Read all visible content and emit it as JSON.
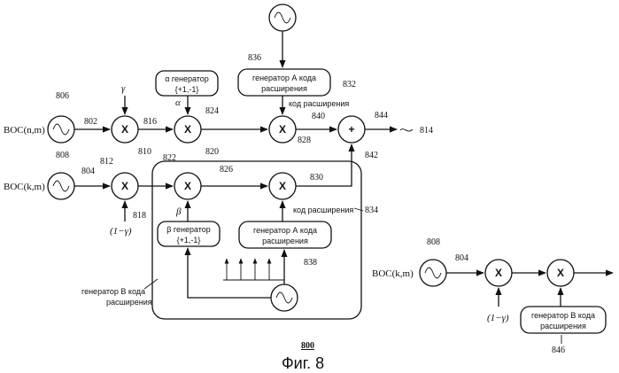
{
  "inputs": {
    "boc_nm": "BOC(n,m)",
    "boc_km": "BOC(k,m)",
    "boc_km_2": "BOC(k,m)"
  },
  "symbols": {
    "gamma": "γ",
    "one_minus_gamma": "(1−γ)",
    "one_minus_gamma_2": "(1−γ)",
    "alpha": "α",
    "beta": "β"
  },
  "operators": {
    "multiply": "X",
    "add": "+"
  },
  "blocks": {
    "alpha_gen_line1": "α генератор",
    "alpha_gen_line2": "{+1,-1}",
    "beta_gen_line1": "β генератор",
    "beta_gen_line2": "{+1,-1}",
    "gen_a_top_line1": "генератор А кода",
    "gen_a_top_line2": "расширения",
    "gen_a_inner_line1": "генератор А кода",
    "gen_a_inner_line2": "расширения",
    "gen_b_right_line1": "генератор В кода",
    "gen_b_right_line2": "расширения"
  },
  "labels": {
    "spread_code_top": "код расширения",
    "spread_code_inner": "код расширения",
    "gen_b_left_line1": "генератор В кода",
    "gen_b_left_line2": "расширения"
  },
  "refs": {
    "r806": "806",
    "r808": "808",
    "r802": "802",
    "r804": "804",
    "r812": "812",
    "r810": "810",
    "r816": "816",
    "r818": "818",
    "r820": "820",
    "r822": "822",
    "r824": "824",
    "r826": "826",
    "r828": "828",
    "r830": "830",
    "r832": "832",
    "r834": "834",
    "r836": "836",
    "r838": "838",
    "r840": "840",
    "r842": "842",
    "r844": "844",
    "r814": "814",
    "r808b": "808",
    "r804b": "804",
    "r846": "846",
    "r800": "800"
  },
  "caption": "Фиг. 8"
}
